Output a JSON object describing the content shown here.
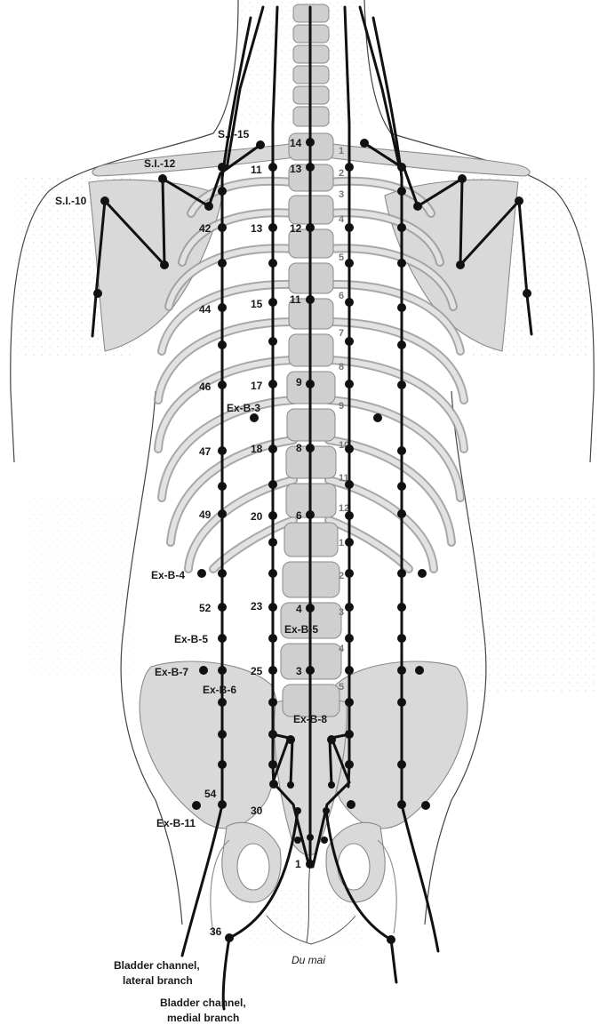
{
  "diagram": {
    "point_labels": {
      "si15": "S.I.-15",
      "si12": "S.I.-12",
      "si10": "S.I.-10",
      "b42": "42",
      "b44": "44",
      "b46": "46",
      "b47": "47",
      "b49": "49",
      "b52": "52",
      "b54": "54",
      "b36": "36",
      "b11": "11",
      "b13": "13",
      "b15": "15",
      "b17": "17",
      "b18": "18",
      "b20": "20",
      "b23": "23",
      "b25": "25",
      "b30": "30",
      "d14": "14",
      "d13": "13",
      "d12": "12",
      "d11": "11",
      "d9": "9",
      "d8": "8",
      "d6": "6",
      "d4": "4",
      "d3": "3",
      "d1": "1",
      "exb3": "Ex-B-3",
      "exb4": "Ex-B-4",
      "exb5a": "Ex-B-5",
      "exb5b": "Ex-B-5",
      "exb6": "Ex-B-6",
      "exb7": "Ex-B-7",
      "exb8": "Ex-B-8",
      "exb11": "Ex-B-11"
    },
    "vertebra_labels": {
      "thoracic": [
        "1",
        "2",
        "3",
        "4",
        "5",
        "6",
        "7",
        "8",
        "9",
        "10",
        "11",
        "12"
      ],
      "lumbar": [
        "1",
        "2",
        "3",
        "4",
        "5"
      ]
    },
    "captions": {
      "lateral_line1": "Bladder channel,",
      "lateral_line2": "lateral branch",
      "medial_line1": "Bladder channel,",
      "medial_line2": "medial branch",
      "du_mai": "Du mai"
    },
    "colors": {
      "bone": "#d9d9d9",
      "bone_outline": "#8a8a8a",
      "channel": "#111111",
      "label": "#1a1a1a",
      "vertebra_number": "#777777"
    }
  }
}
